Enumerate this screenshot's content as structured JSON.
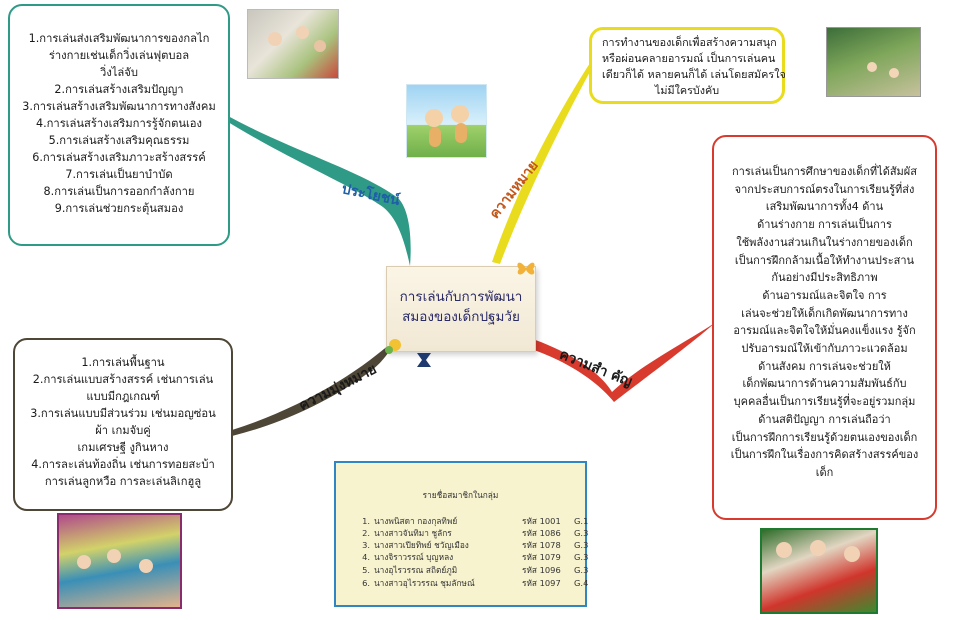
{
  "center": {
    "title_line1": "การเล่นกับการพัฒนา",
    "title_line2": "สมองของเด็กปฐมวัย"
  },
  "branches": {
    "benefit": "ประโยชน์",
    "meaning": "ความหมาย",
    "importance": "ความสำ คัญ",
    "purpose": "ความมุ่งหมาย"
  },
  "benefit_box": {
    "lines": [
      "1.การเล่นส่งเสริมพัฒนาการของกลไก",
      "ร่างกายเช่นเด็กวิ่งเล่นฟุตบอล",
      "วิ่งไล่จับ",
      "2.การเล่นสร้างเสริมปัญญา",
      "3.การเล่นสร้างเสริมพัฒนาการทางสังคม",
      "4.การเล่นสร้างเสริมการรู้จักตนเอง",
      "5.การเล่นสร้างเสริมคุณธรรม",
      "6.การเล่นสร้างเสริมภาวะสร้างสรรค์",
      "7.การเล่นเป็นยาบำบัด",
      "8.การเล่นเป็นการออกกำลังกาย",
      "9.การเล่นช่วยกระตุ้นสมอง"
    ]
  },
  "meaning_box": {
    "lines": [
      "การทำงานของเด็กเพื่อสร้างความสนุก",
      "หรือผ่อนคลายอารมณ์ เป็นการเล่นคน",
      "เดียวก็ได้ หลายคนก็ได้ เล่นโดยสมัครใจ",
      "ไม่มีใครบังคับ"
    ]
  },
  "importance_box": {
    "lines": [
      "การเล่นเป็นการศึกษาของเด็กที่ได้สัมผัส",
      "จากประสบการณ์ตรงในการเรียนรู้ที่ส่ง",
      "เสริมพัฒนาการทั้ง4 ด้าน",
      "ด้านร่างกาย การเล่นเป็นการ",
      "ใช้พลังงานส่วนเกินในร่างกายของเด็ก",
      "เป็นการฝึกกล้ามเนื้อให้ทำงานประสาน",
      "กันอย่างมีประสิทธิภาพ",
      "ด้านอารมณ์และจิตใจ การ",
      "เล่นจะช่วยให้เด็กเกิดพัฒนาการทาง",
      "อารมณ์และจิตใจให้มั่นคงแข็งแรง รู้จัก",
      "ปรับอารมณ์ให้เข้ากับภาวะแวดล้อม",
      "ด้านสังคม การเล่นจะช่วยให้",
      "เด็กพัฒนาการด้านความสัมพันธ์กับ",
      "บุคคลอื่นเป็นการเรียนรู้ที่จะอยู่รวมกลุ่ม",
      "ด้านสติปัญญา การเล่นถือว่า",
      "เป็นการฝึกการเรียนรู้ด้วยตนเองของเด็ก",
      "เป็นการฝึกในเรื่องการคิดสร้างสรรค์ของ",
      "เด็ก"
    ]
  },
  "purpose_box": {
    "lines": [
      "1.การเล่นพื้นฐาน",
      "2.การเล่นแบบสร้างสรรค์ เช่นการเล่น",
      "แบบมีกฎเกณฑ์",
      "3.การเล่นแบบมีส่วนร่วม เช่นมอญซ่อน",
      "ผ้า เกมจับคู่",
      "เกมเศรษฐี งูกินหาง",
      "4.การละเล่นท้องถิ่น เช่นการทอยสะบ้า",
      "การเล่นลูกหวือ การละเล่นลิเกฮูลู"
    ]
  },
  "members": {
    "title": "รายชื่อสมาชิกในกลุ่ม",
    "rows": [
      {
        "num": "1.",
        "name": "นางพนิสดา กองกุลทิพย์",
        "code": "รหัส 1001",
        "group": "G.1"
      },
      {
        "num": "2.",
        "name": "นางสาวจันทิมา ชูลักร",
        "code": "รหัส 1086",
        "group": "G.3"
      },
      {
        "num": "3.",
        "name": "นางสาวเปียทิพย์ ชวัญเมือง",
        "code": "รหัส 1078",
        "group": "G.3"
      },
      {
        "num": "4.",
        "name": "นางจิราวรรณ์ บุญหลง",
        "code": "รหัส 1079",
        "group": "G.3"
      },
      {
        "num": "5.",
        "name": "นางอุไรวรรณ สถิตย์ภูมิ",
        "code": "รหัส 1096",
        "group": "G.3"
      },
      {
        "num": "6.",
        "name": "นางสาวอุไรวรรณ ชุมลักษณ์",
        "code": "รหัส 1097",
        "group": "G.4"
      }
    ]
  },
  "colors": {
    "benefit": "#2f9a86",
    "meaning": "#e9dc1e",
    "importance": "#d83a2e",
    "purpose": "#4e4636",
    "members_border": "#2f86c2"
  }
}
